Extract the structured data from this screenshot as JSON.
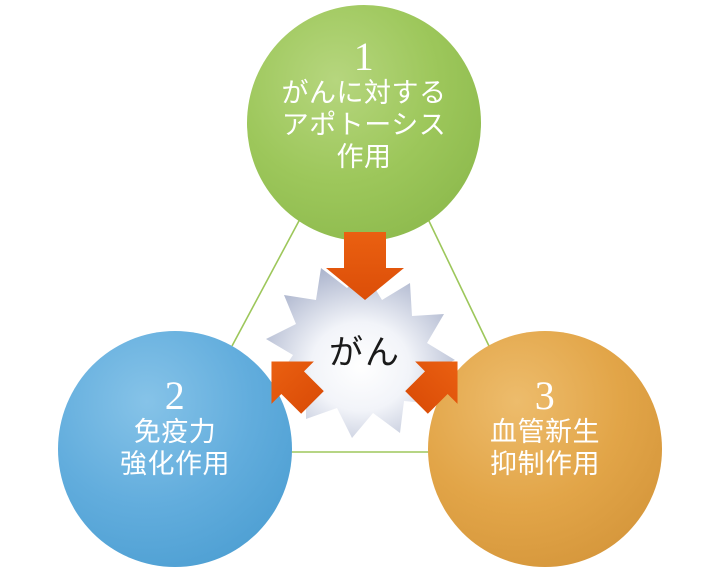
{
  "diagram": {
    "title_center": "がん",
    "nodes": [
      {
        "id": "apoptosis",
        "number": "1",
        "line1": "がんに対する",
        "line2": "アポトーシス",
        "line3": "作用",
        "color": "#9DC75B",
        "position": "top"
      },
      {
        "id": "immunity",
        "number": "2",
        "line1": "免疫力",
        "line2": "強化作用",
        "line3": "",
        "color": "#62ADDD",
        "position": "bottom-left"
      },
      {
        "id": "angiogenesis",
        "number": "3",
        "line1": "血管新生",
        "line2": "抑制作用",
        "line3": "",
        "color": "#E2A548",
        "position": "bottom-right"
      }
    ],
    "arrows": [
      {
        "id": "arrow-top-down",
        "direction": "down",
        "color": "#E2540C"
      },
      {
        "id": "arrow-left-upright",
        "direction": "up-right",
        "color": "#E2540C"
      },
      {
        "id": "arrow-right-upleft",
        "direction": "up-left",
        "color": "#E2540C"
      }
    ],
    "connectors": {
      "color": "#9DC75B",
      "edges": [
        "top-to-bottom-left",
        "top-to-bottom-right",
        "bottom-left-to-bottom-right"
      ]
    },
    "center_burst": {
      "shape": "12-point-star",
      "fill_light": "#ffffff",
      "fill_dark": "#AAB3CC"
    },
    "background": "#ffffff"
  }
}
